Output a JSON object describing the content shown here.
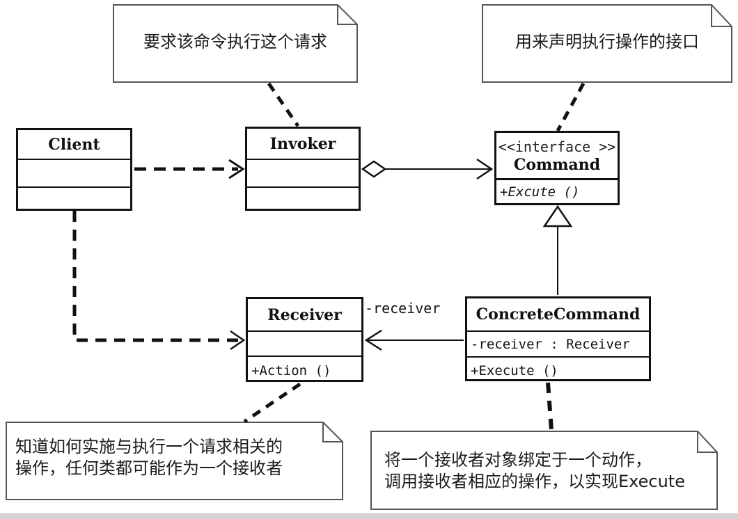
{
  "classes": {
    "client": {
      "name": "Client"
    },
    "invoker": {
      "name": "Invoker"
    },
    "command": {
      "stereotype": "<<interface >>",
      "name": "Command",
      "method": "+Excute ()"
    },
    "receiver": {
      "name": "Receiver",
      "method": "+Action ()"
    },
    "concrete_command": {
      "name": "ConcreteCommand",
      "attribute": "-receiver : Receiver",
      "method": "+Execute ()"
    }
  },
  "notes": {
    "invoker_note": {
      "text": "要求该命令执行这个请求"
    },
    "command_note": {
      "text": "用来声明执行操作的接口"
    },
    "receiver_note": {
      "line1": "知道如何实施与执行一个请求相关的",
      "line2": "操作，任何类都可能作为一个接收者"
    },
    "concrete_command_note": {
      "line1": "将一个接收者对象绑定于一个动作，",
      "line2": "调用接收者相应的操作，以实现Execute"
    }
  },
  "labels": {
    "association_role": "-receiver"
  },
  "relationships": {
    "client_invoker": "dashed dependency arrow",
    "invoker_command": "aggregation (hollow diamond) with open arrow",
    "concrete_command_command": "realization (hollow triangle)",
    "concrete_command_receiver": "association arrow",
    "client_receiver": "dashed dependency arrow"
  },
  "colors": {
    "line": "#111111",
    "note_border": "#555555",
    "background": "#ffffff",
    "footer_bar": "#d3d3d3"
  }
}
